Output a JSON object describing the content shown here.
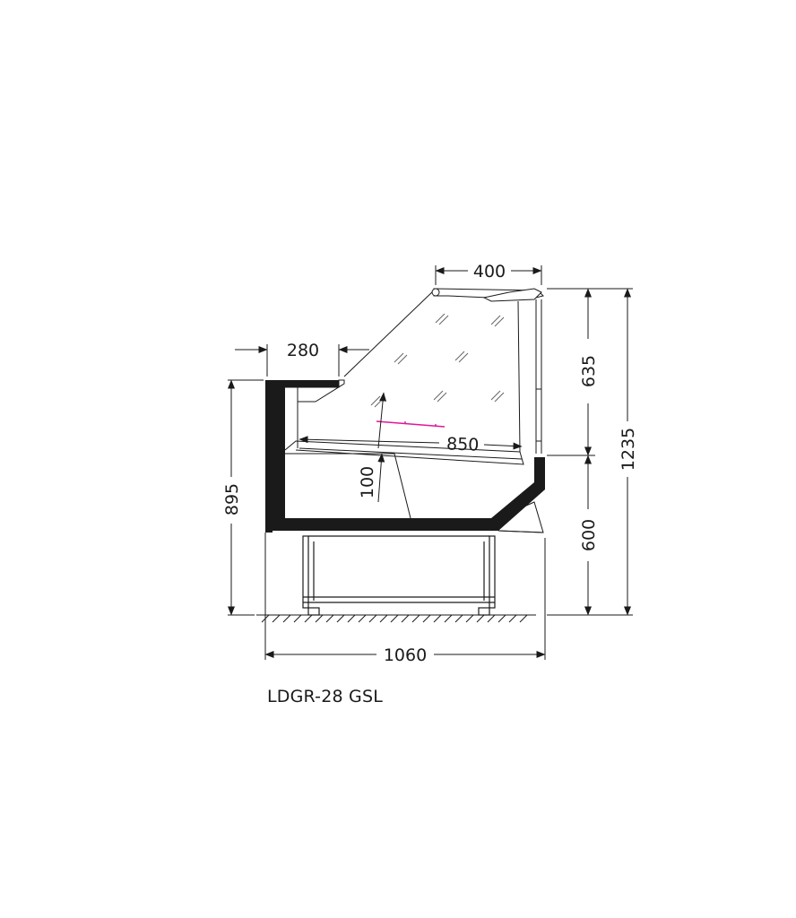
{
  "dimensions": {
    "top_width": "400",
    "shelf_width": "280",
    "upper_height": "635",
    "total_height": "1235",
    "depth": "850",
    "insert": "100",
    "counter_height": "895",
    "lower_height": "600",
    "overall_width": "1060"
  },
  "model": {
    "name": "LDGR-28 GSL"
  },
  "colors": {
    "line": "#1a1a1a",
    "accent": "#e0179b",
    "fill": "#ffffff"
  }
}
